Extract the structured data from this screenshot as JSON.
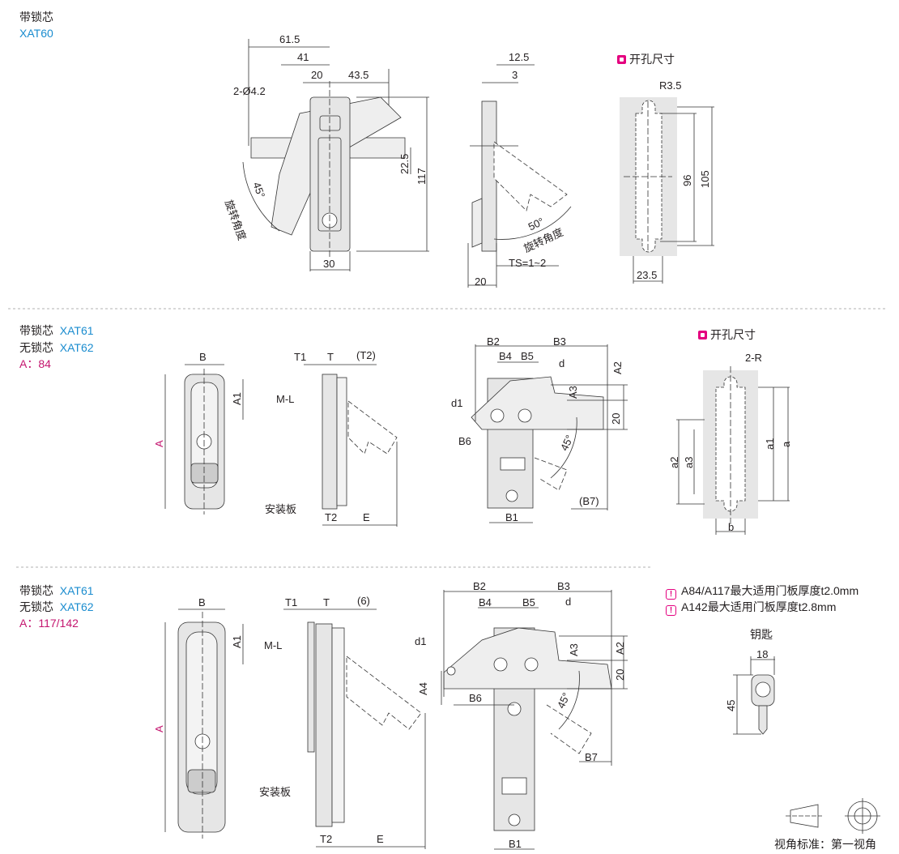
{
  "section1": {
    "title": "带锁芯",
    "model": "XAT60",
    "front": {
      "d1": "61.5",
      "d2": "41",
      "d3": "20",
      "d4": "43.5",
      "hole": "2-Ø4.2",
      "d5": "22.5",
      "d6": "117",
      "d7": "30",
      "angle": "45°",
      "angle_label": "旋转角度"
    },
    "side": {
      "d1": "12.5",
      "d2": "3",
      "angle": "50°",
      "angle_label": "旋转角度",
      "ts": "TS=1~2",
      "d3": "20"
    },
    "cutout": {
      "title": "开孔尺寸",
      "r": "R3.5",
      "h1": "96",
      "h2": "105",
      "w": "23.5"
    }
  },
  "section2": {
    "line1_label": "带锁芯",
    "line1_model": "XAT61",
    "line2_label": "无锁芯",
    "line2_model": "XAT62",
    "a_value": "A：84",
    "front": {
      "b": "B",
      "a1": "A1",
      "a": "A"
    },
    "side": {
      "t1": "T1",
      "t": "T",
      "t2p": "(T2)",
      "ml": "M-L",
      "plate": "安装板",
      "t2": "T2",
      "e": "E"
    },
    "mech": {
      "b2": "B2",
      "b3": "B3",
      "b4": "B4",
      "b5": "B5",
      "d": "d",
      "a2": "A2",
      "a3": "A3",
      "d1": "d1",
      "twenty": "20",
      "b6": "B6",
      "angle": "45°",
      "b7": "(B7)",
      "b1": "B1"
    },
    "cutout": {
      "title": "开孔尺寸",
      "r": "2-R",
      "a2": "a2",
      "a3": "a3",
      "a1": "a1",
      "a": "a",
      "b": "b"
    }
  },
  "section3": {
    "line1_label": "带锁芯",
    "line1_model": "XAT61",
    "line2_label": "无锁芯",
    "line2_model": "XAT62",
    "a_value": "A：117/142",
    "front": {
      "b": "B",
      "a1": "A1",
      "a": "A"
    },
    "side": {
      "t1": "T1",
      "t": "T",
      "six": "(6)",
      "ml": "M-L",
      "plate": "安装板",
      "t2": "T2",
      "e": "E"
    },
    "mech": {
      "b2": "B2",
      "b3": "B3",
      "b4": "B4",
      "b5": "B5",
      "d": "d",
      "d1": "d1",
      "a3": "A3",
      "a2": "A2",
      "a4": "A4",
      "twenty": "20",
      "b6": "B6",
      "angle": "45°",
      "b7": "B7",
      "b1": "B1"
    },
    "notes": [
      "A84/A117最大适用门板厚度t2.0mm",
      "A142最大适用门板厚度t2.8mm"
    ],
    "key": {
      "title": "钥匙",
      "w": "18",
      "h": "45"
    },
    "projection": "视角标准：第一视角"
  },
  "colors": {
    "accent_blue": "#1a8ccf",
    "accent_pink": "#e4007f",
    "part_fill": "#e6e6e6"
  }
}
